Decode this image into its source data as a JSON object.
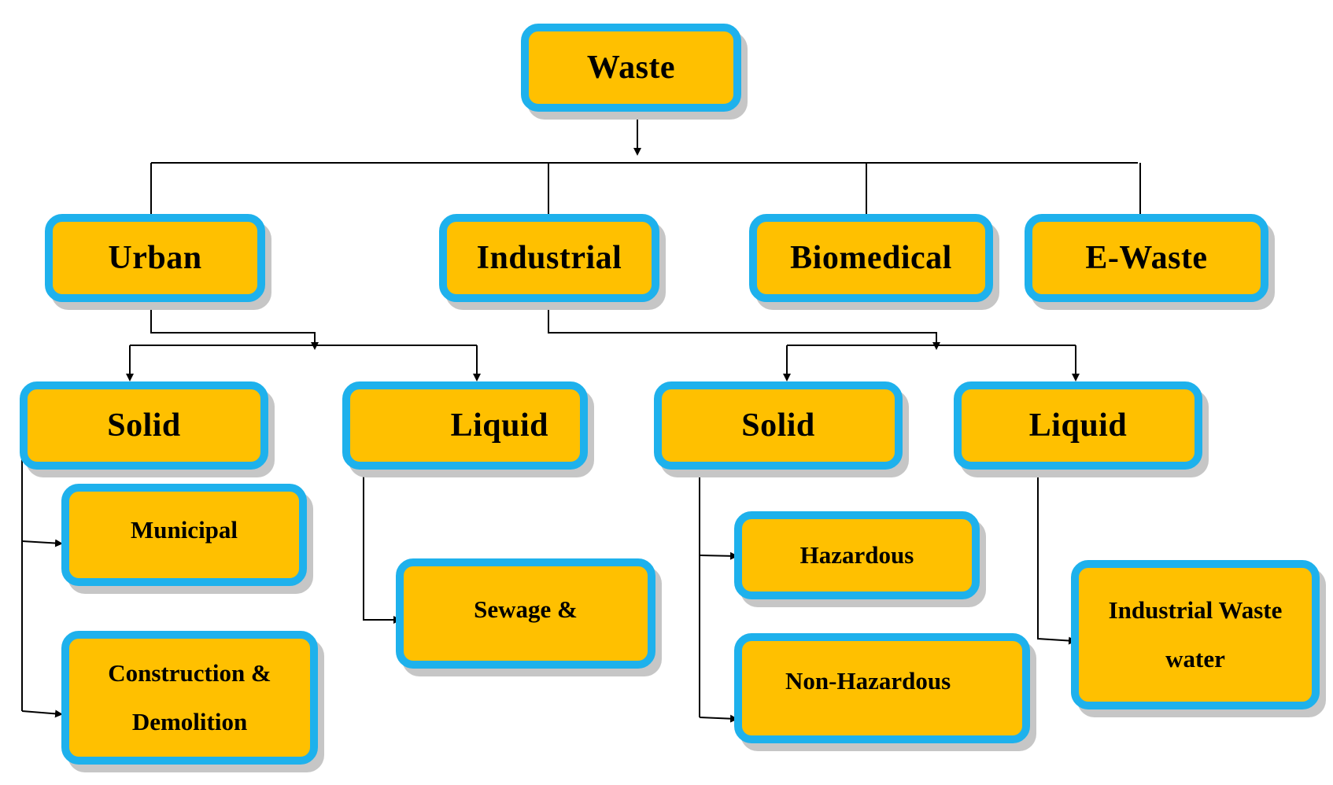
{
  "colors": {
    "box_fill": "#FFC000",
    "box_border": "#1EB1EC",
    "shadow": "#c6c6c6",
    "connector": "#000000"
  },
  "root": {
    "label": "Waste"
  },
  "level1": [
    {
      "label": "Urban"
    },
    {
      "label": "Industrial"
    },
    {
      "label": "Biomedical"
    },
    {
      "label": "E-Waste"
    }
  ],
  "urban": {
    "solid": {
      "label": "Solid",
      "children": [
        "Municipal",
        "Construction & Demolition"
      ]
    },
    "liquid": {
      "label": "Liquid",
      "children": [
        "Sewage &"
      ]
    }
  },
  "industrial": {
    "solid": {
      "label": "Solid",
      "children": [
        "Hazardous",
        "Non-Hazardous"
      ]
    },
    "liquid": {
      "label": "Liquid",
      "children": [
        "Industrial Waste water"
      ]
    }
  }
}
